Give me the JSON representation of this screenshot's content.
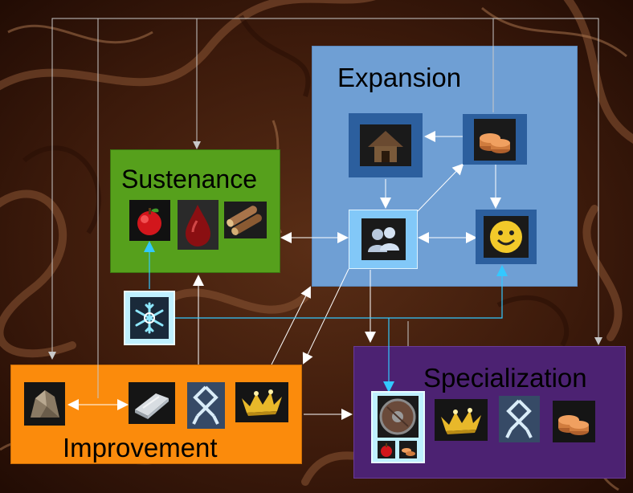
{
  "colors": {
    "sustenance": "#56a01c",
    "expansion": "#6f9fd4",
    "improvement": "#fb8b0c",
    "specialization": "#4c2272",
    "gray_arrow": "#c8c8c8",
    "white_arrow": "#ffffff",
    "cyan_arrow": "#33c8ff"
  },
  "boxes": {
    "sustenance": {
      "title": "Sustenance",
      "icons": [
        "apple-icon",
        "blood-drop-icon",
        "wood-logs-icon"
      ]
    },
    "expansion": {
      "title": "Expansion",
      "icons": [
        "house-icon",
        "coins-icon",
        "people-icon",
        "smiley-icon"
      ]
    },
    "improvement": {
      "title": "Improvement",
      "icons": [
        "stone-icon",
        "silver-bar-icon",
        "othala-rune-icon",
        "gold-crown-icon"
      ]
    },
    "specialization": {
      "title": "Specialization",
      "icons": [
        "shield-icon",
        "apple-icon",
        "coins-icon",
        "gold-crown-icon",
        "othala-rune-icon",
        "coins-icon"
      ]
    }
  },
  "hub": {
    "icon": "snowflake-icon"
  }
}
